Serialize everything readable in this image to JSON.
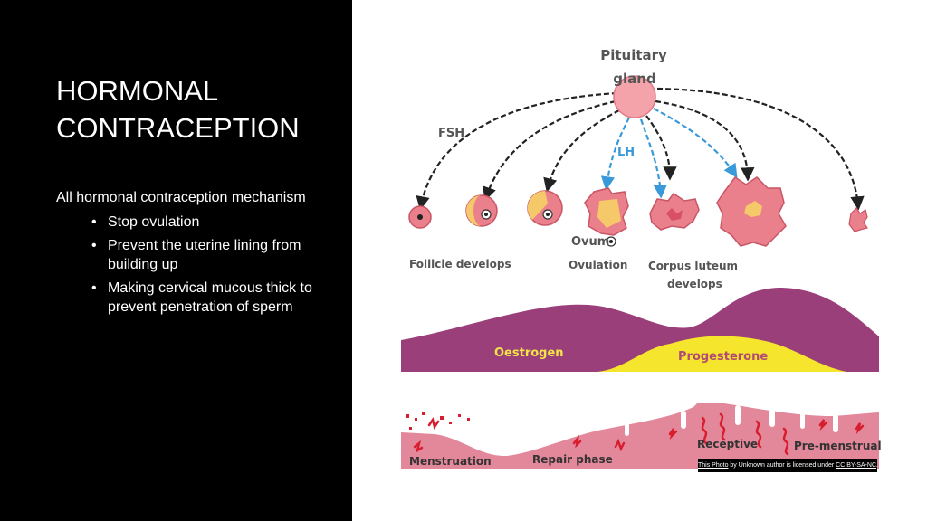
{
  "slide": {
    "title_lines": [
      "HORMONAL",
      "CONTRACEPTION"
    ],
    "intro": "All hormonal contraception mechanism",
    "bullets": [
      "Stop ovulation",
      "Prevent the uterine lining from building up",
      "Making cervical mucous thick to prevent penetration of sperm"
    ],
    "bullet_glyph": "•"
  },
  "diagram": {
    "pituitary_line1": "Pituitary",
    "pituitary_line2": "gland",
    "fsh": "FSH",
    "lh": "LH",
    "ovum": "Ovum",
    "follicle": "Follicle develops",
    "ovulation": "Ovulation",
    "corpus_line1": "Corpus luteum",
    "corpus_line2": "develops",
    "oestrogen": "Oestrogen",
    "progesterone": "Progesterone",
    "receptive": "Receptive",
    "premenstrual": "Pre-menstrual",
    "menstruation": "Menstruation",
    "repair": "Repair phase",
    "colors": {
      "gland": "#f4a3ab",
      "follicle_pink": "#e9808b",
      "yellow": "#f5c86a",
      "purple": "#9a3f7a",
      "progesterone_yellow": "#f5e52c",
      "lining_pink": "#e3879a",
      "vessel_red": "#d81e2e",
      "lh_blue": "#3a9ad9",
      "label_yellow": "#f3e447"
    }
  },
  "credit": {
    "photo_link": "This Photo",
    "middle": " by Unknown author is licensed under ",
    "license_link": "CC BY-SA-NC",
    "end": "."
  }
}
